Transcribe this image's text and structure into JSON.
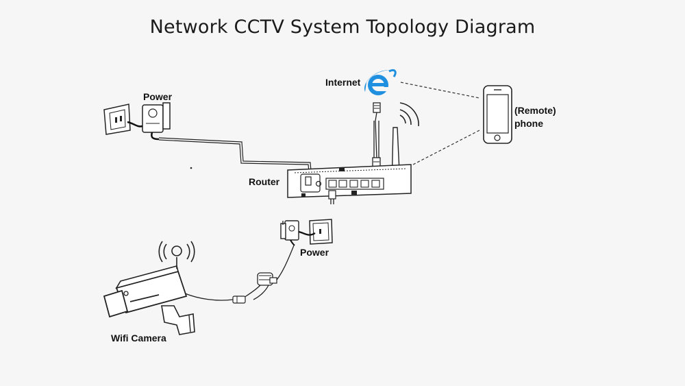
{
  "diagram": {
    "title": "Network CCTV System Topology Diagram",
    "labels": {
      "power_top": "Power",
      "internet": "Internet",
      "remote_line1": "(Remote)",
      "remote_line2": "phone",
      "router": "Router",
      "power_bottom": "Power",
      "camera": "Wifi Camera"
    },
    "colors": {
      "background": "#f6f6f6",
      "line": "#1a1a1a",
      "ie_blue": "#1f8fe0"
    },
    "icons": [
      "wall-outlet-icon",
      "power-adapter-icon",
      "internet-explorer-icon",
      "wifi-signal-icon",
      "router-icon",
      "smartphone-icon",
      "cctv-camera-icon",
      "camera-wireless-icon"
    ]
  }
}
